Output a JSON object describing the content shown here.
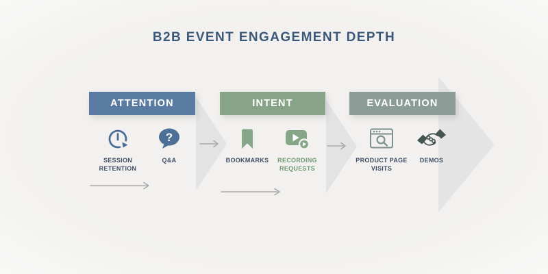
{
  "title": "B2B EVENT ENGAGEMENT DEPTH",
  "colors": {
    "background": "#f4f3f1",
    "title_text": "#3b5878",
    "attention_header": "#5a7ca2",
    "intent_header": "#87a488",
    "evaluation_header": "#8c9d97",
    "chevron_gray": "#e3e3e4",
    "arrow_gray": "#a9a9a9",
    "label_dark": "#3d4e63",
    "label_green": "#6f9a74",
    "attention_icon": "#4a6d95",
    "intent_icon": "#85a687",
    "evaluation_icon": "#7e908b",
    "handshake_icon": "#45554f"
  },
  "stages": [
    {
      "title": "ATTENTION",
      "items": [
        {
          "label": "SESSION RETENTION",
          "icon": "session-clock-icon"
        },
        {
          "label": "Q&A",
          "icon": "question-bubble-icon",
          "icon_glyph": "?"
        }
      ]
    },
    {
      "title": "INTENT",
      "items": [
        {
          "label": "BOOKMARKS",
          "icon": "bookmark-icon"
        },
        {
          "label": "RECORDING REQUESTS",
          "icon": "video-play-icon"
        }
      ]
    },
    {
      "title": "EVALUATION",
      "items": [
        {
          "label": "PRODUCT PAGE VISITS",
          "icon": "browser-search-icon"
        },
        {
          "label": "DEMOS",
          "icon": "handshake-icon"
        }
      ]
    }
  ]
}
